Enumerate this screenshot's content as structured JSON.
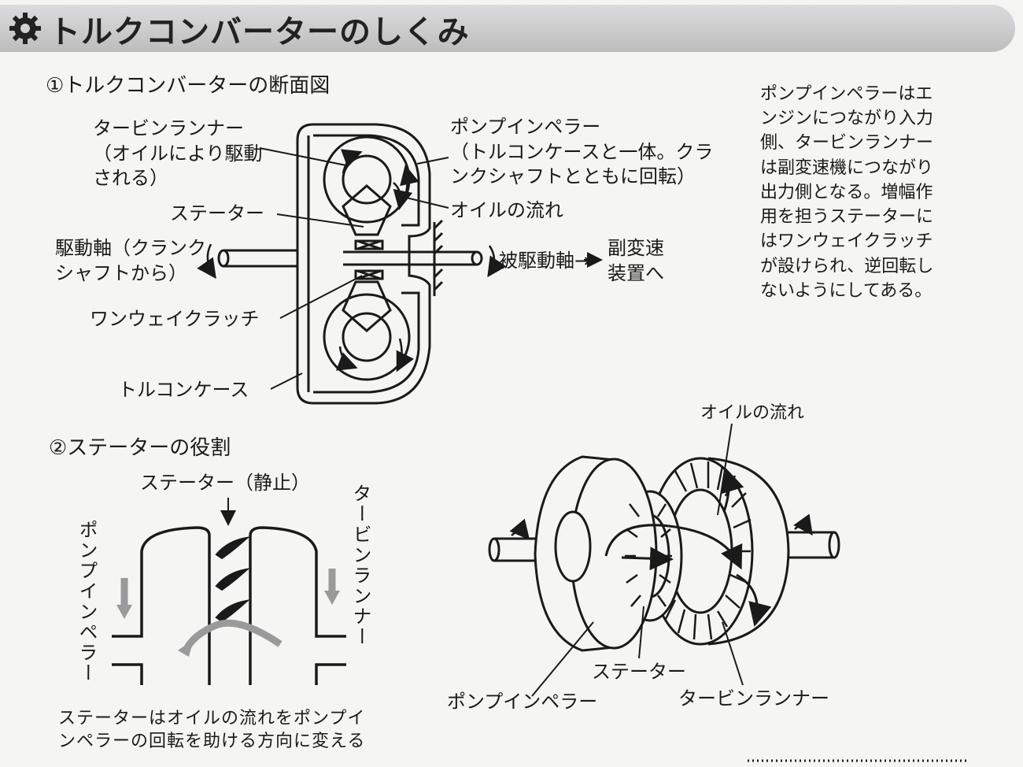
{
  "header": {
    "title": "トルクコンバーターのしくみ",
    "icon": "gear-icon"
  },
  "section1": {
    "heading": "①トルクコンバーターの断面図",
    "labels": {
      "turbine_runner": "タービンランナー\n（オイルにより駆動\nされる）",
      "pump_impeller": "ポンプインペラー\n（トルコンケースと一体。クラ\nンクシャフトとともに回転）",
      "stator": "ステーター",
      "oil_flow": "オイルの流れ",
      "drive_shaft": "駆動軸（クランク\nシャフトから）",
      "driven_shaft": "被駆動軸→",
      "sub_transmission": "副変速\n装置へ",
      "one_way_clutch": "ワンウェイクラッチ",
      "converter_case": "トルコンケース"
    },
    "side_note": "ポンプインペラーはエ\nンジンにつながり入力\n側、タービンランナー\nは副変速機につながり\n出力側となる。増幅作\n用を担うステーターに\nはワンウェイクラッチ\nが設けられ、逆回転し\nないようにしてある。"
  },
  "section2": {
    "heading": "②ステーターの役割",
    "labels": {
      "stator_static": "ステーター（静止）",
      "pump_impeller_vertical": "ポンプインペラー",
      "turbine_runner_vertical": "タービンランナー"
    },
    "caption": "ステーターはオイルの流れをポンプイ\nンペラーの回転を助ける方向に変える"
  },
  "section3": {
    "labels": {
      "oil_flow": "オイルの流れ",
      "stator": "ステーター",
      "pump_impeller": "ポンプインペラー",
      "turbine_runner": "タービンランナー"
    }
  },
  "colors": {
    "ink": "#1a1a1a",
    "paper": "#f5f5f3",
    "header_band": "#c8c8c8",
    "gray_arrow": "#9a9a9a"
  }
}
